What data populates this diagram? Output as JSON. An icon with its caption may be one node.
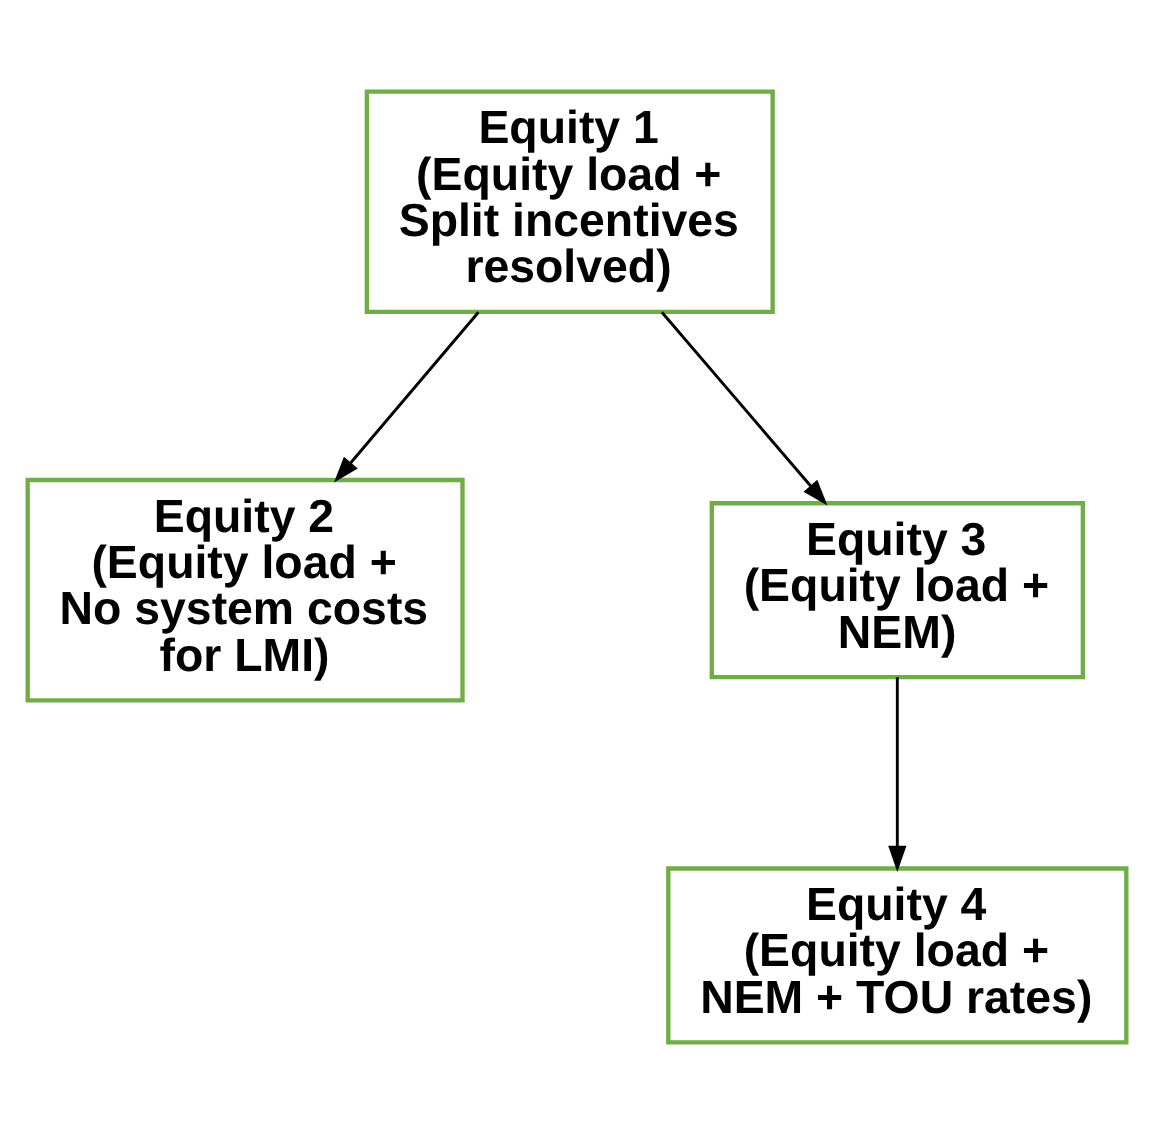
{
  "diagram": {
    "nodes": [
      {
        "text": [
          "Equity 1",
          "(Equity load + Split incentives resolved)"
        ]
      },
      {
        "text": [
          "Equity 2",
          "(Equity load + No system costs for LMI)"
        ]
      },
      {
        "text": [
          "Equity 3",
          "(Equity load + NEM)"
        ]
      },
      {
        "text": [
          "Equity 4",
          "(Equity load + NEM + TOU rates)"
        ]
      }
    ],
    "edges": [
      {
        "from": 0,
        "to": 1,
        "arrow": "to"
      },
      {
        "from": 0,
        "to": 2,
        "arrow": "to"
      },
      {
        "from": 2,
        "to": 3,
        "arrow": "to"
      }
    ]
  }
}
